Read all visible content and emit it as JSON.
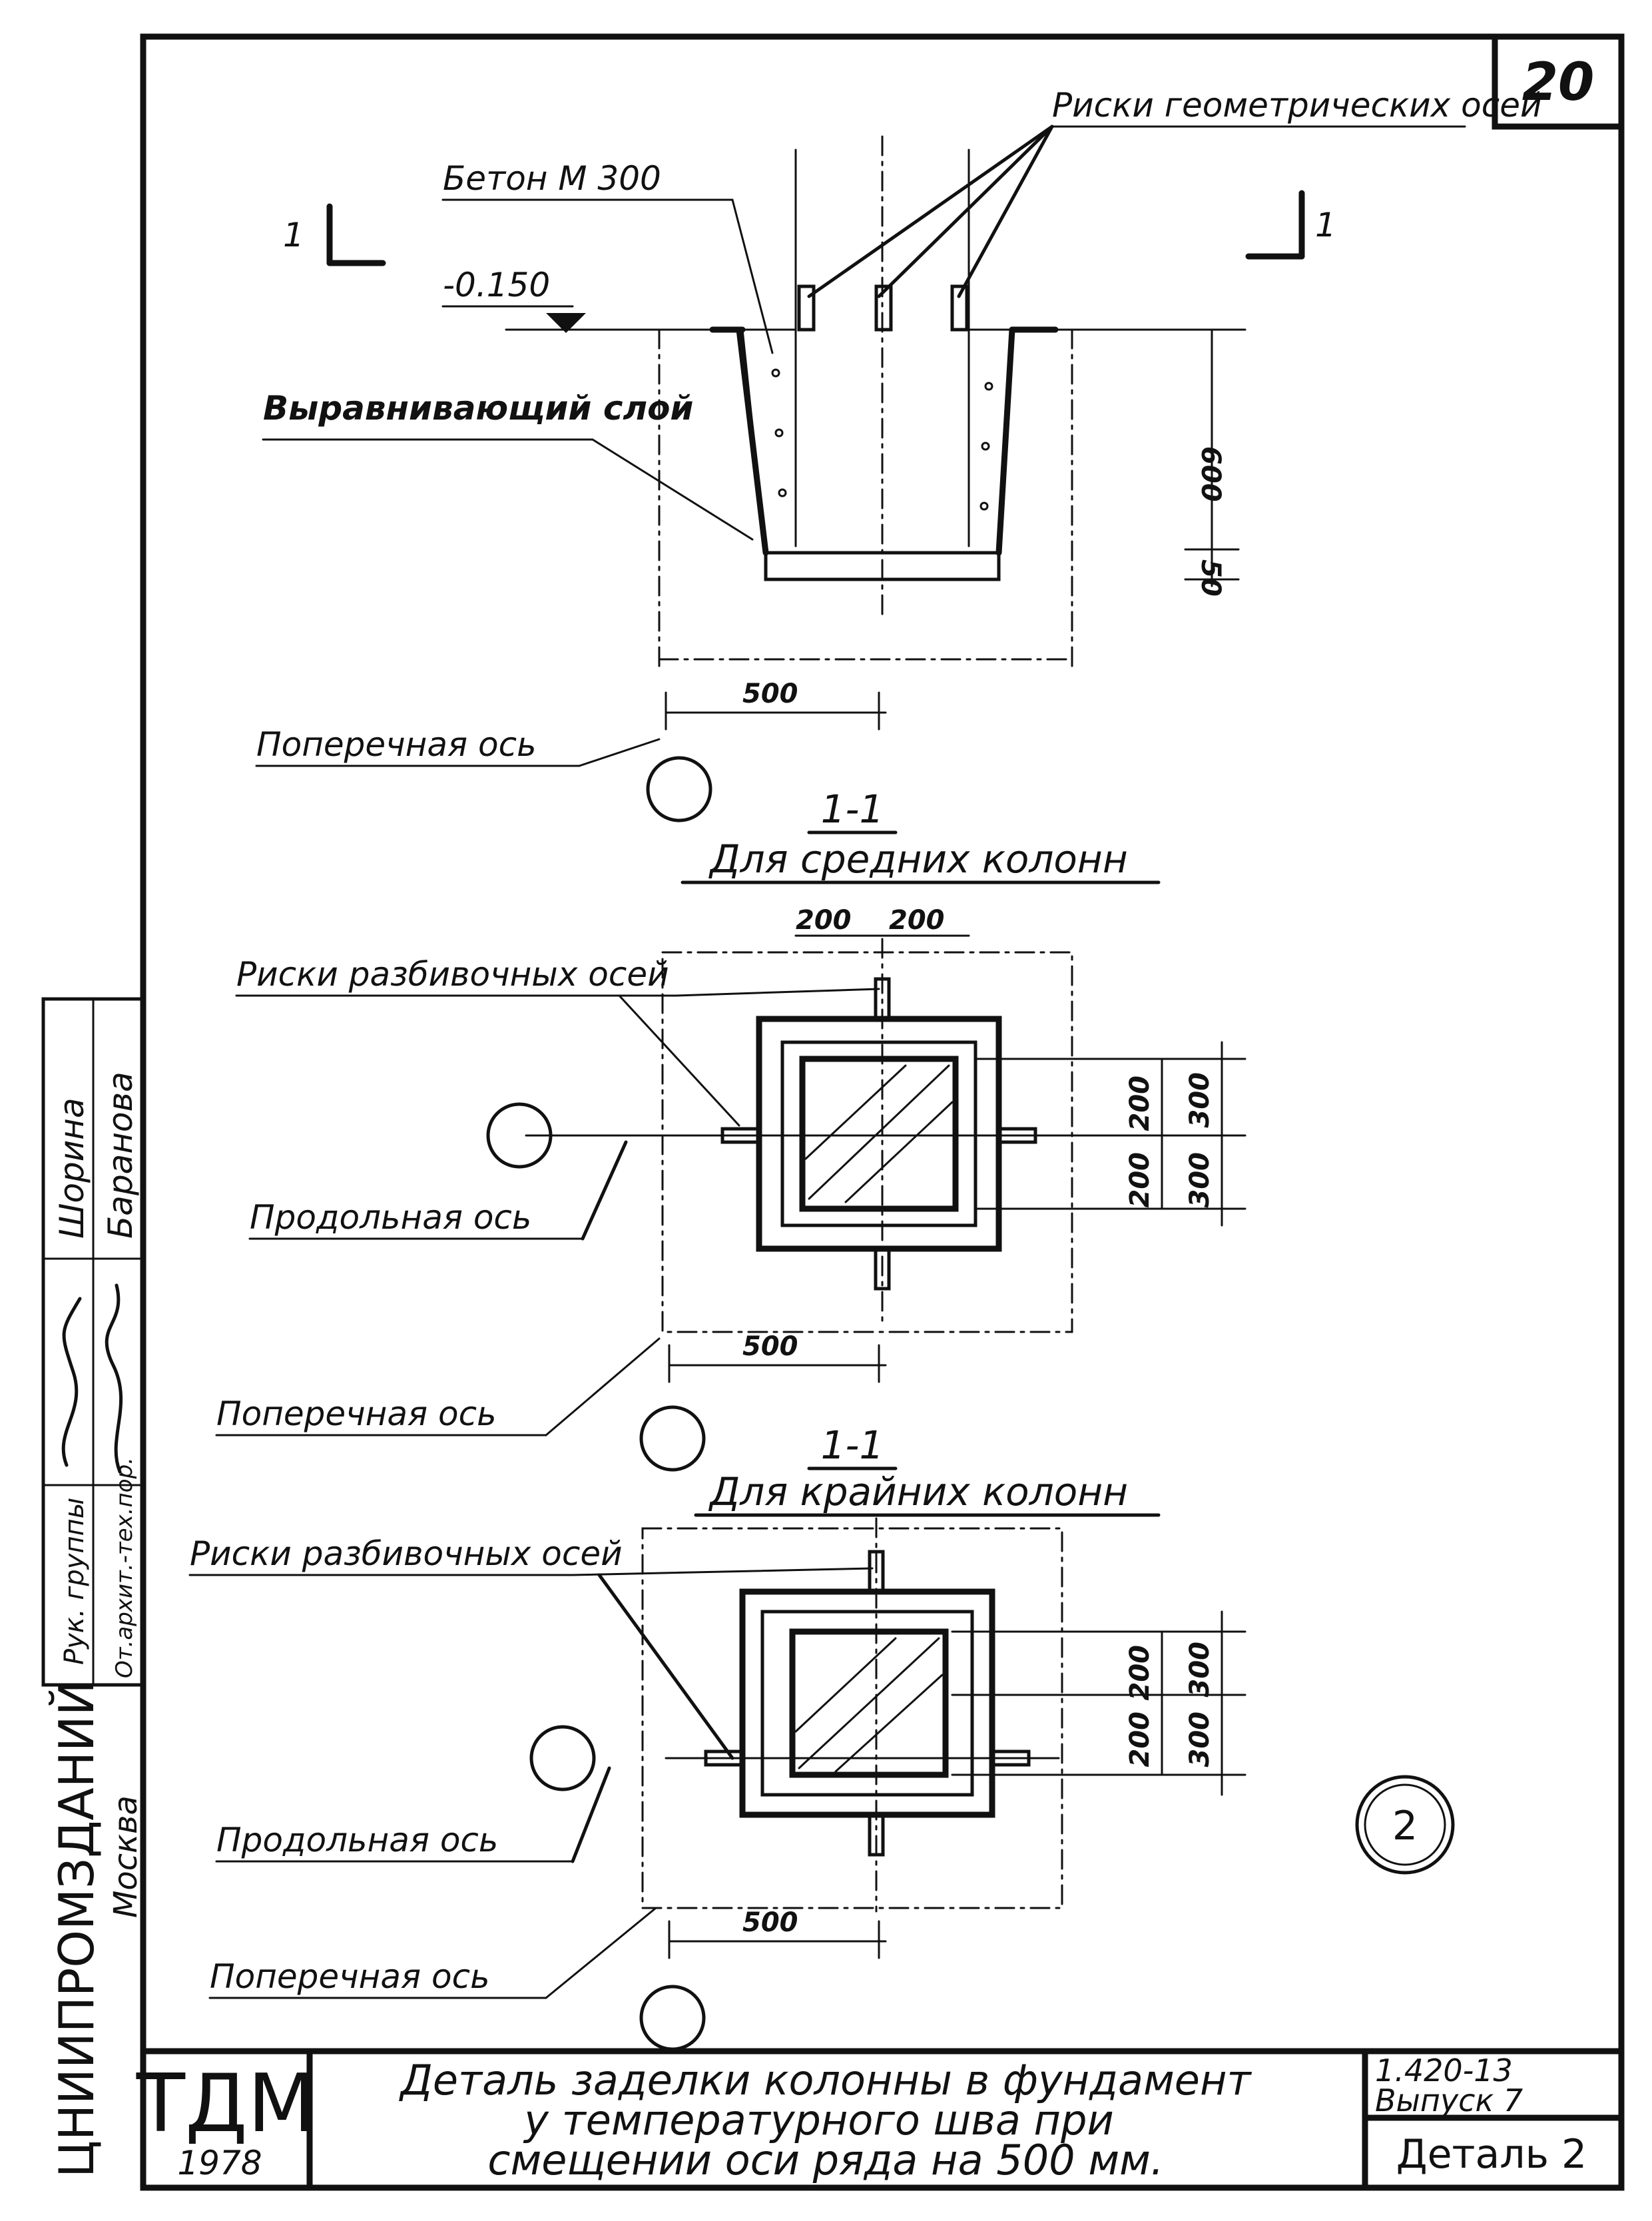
{
  "sheet_number": "20",
  "detail_marker": "2",
  "top_section": {
    "label_risks_geometric": "Риски геометрических осей",
    "label_concrete": "Бетон М 300",
    "label_elevation": "-0.150",
    "section_mark_left": "1",
    "section_mark_right": "1",
    "label_leveling_layer": "Выравнивающий слой",
    "dim_depth": "600",
    "dim_layer": "50",
    "dim_offset": "500",
    "label_transverse_axis": "Поперечная ось"
  },
  "middle_section": {
    "section_title": "1-1",
    "subtitle": "Для средних колонн",
    "dim_top_left": "200",
    "dim_top_right": "200",
    "label_risks_layout": "Риски разбивочных осей",
    "dim_right_inner_top": "200",
    "dim_right_inner_bottom": "200",
    "dim_right_outer_top": "300",
    "dim_right_outer_bottom": "300",
    "label_longitudinal_axis": "Продольная ось",
    "dim_offset": "500",
    "label_transverse_axis": "Поперечная ось"
  },
  "bottom_section": {
    "section_title": "1-1",
    "subtitle": "Для крайних колонн",
    "label_risks_layout": "Риски разбивочных осей",
    "dim_right_inner_top": "200",
    "dim_right_inner_bottom": "200",
    "dim_right_outer_top": "300",
    "dim_right_outer_bottom": "300",
    "label_longitudinal_axis": "Продольная ось",
    "dim_offset": "500",
    "label_transverse_axis": "Поперечная ось"
  },
  "side_stamp": {
    "org": "ЦНИИПРОМЗДАНИЙ",
    "city": "Москва",
    "role_1": "Рук. группы",
    "role_2": "От.архит.-тех.пор.",
    "name_1": "Шорина",
    "name_2": "Баранова"
  },
  "title_block": {
    "org_code": "ТДМ",
    "year": "1978",
    "title_line_1": "Деталь заделки колонны в фундамент",
    "title_line_2": "у температурного шва при",
    "title_line_3": "смещении оси ряда на 500 мм.",
    "series": "1.420-13",
    "issue": "Выпуск 7",
    "detail": "Деталь 2"
  }
}
